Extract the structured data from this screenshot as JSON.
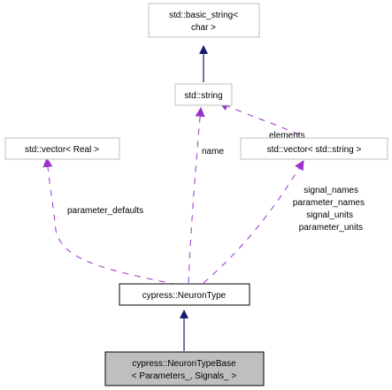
{
  "nodes": {
    "basic_string": {
      "line1": "std::basic_string<",
      "line2": "char >"
    },
    "string": {
      "label": "std::string"
    },
    "vector_real": {
      "label": "std::vector< Real >"
    },
    "vector_string": {
      "label": "std::vector< std::string >"
    },
    "neuron_type": {
      "label": "cypress::NeuronType"
    },
    "neuron_type_base": {
      "line1": "cypress::NeuronTypeBase",
      "line2": "< Parameters_, Signals_ >"
    }
  },
  "edges": {
    "elements": "elements",
    "name": "name",
    "parameter_defaults": "parameter_defaults",
    "vector_string_members": [
      "signal_names",
      "parameter_names",
      "signal_units",
      "parameter_units"
    ]
  },
  "colors": {
    "inheritance_edge": "#191970",
    "usage_edge": "#9a32cd",
    "focus_node_fill": "#bfbfbf",
    "node_border": "#bfbfbf"
  }
}
